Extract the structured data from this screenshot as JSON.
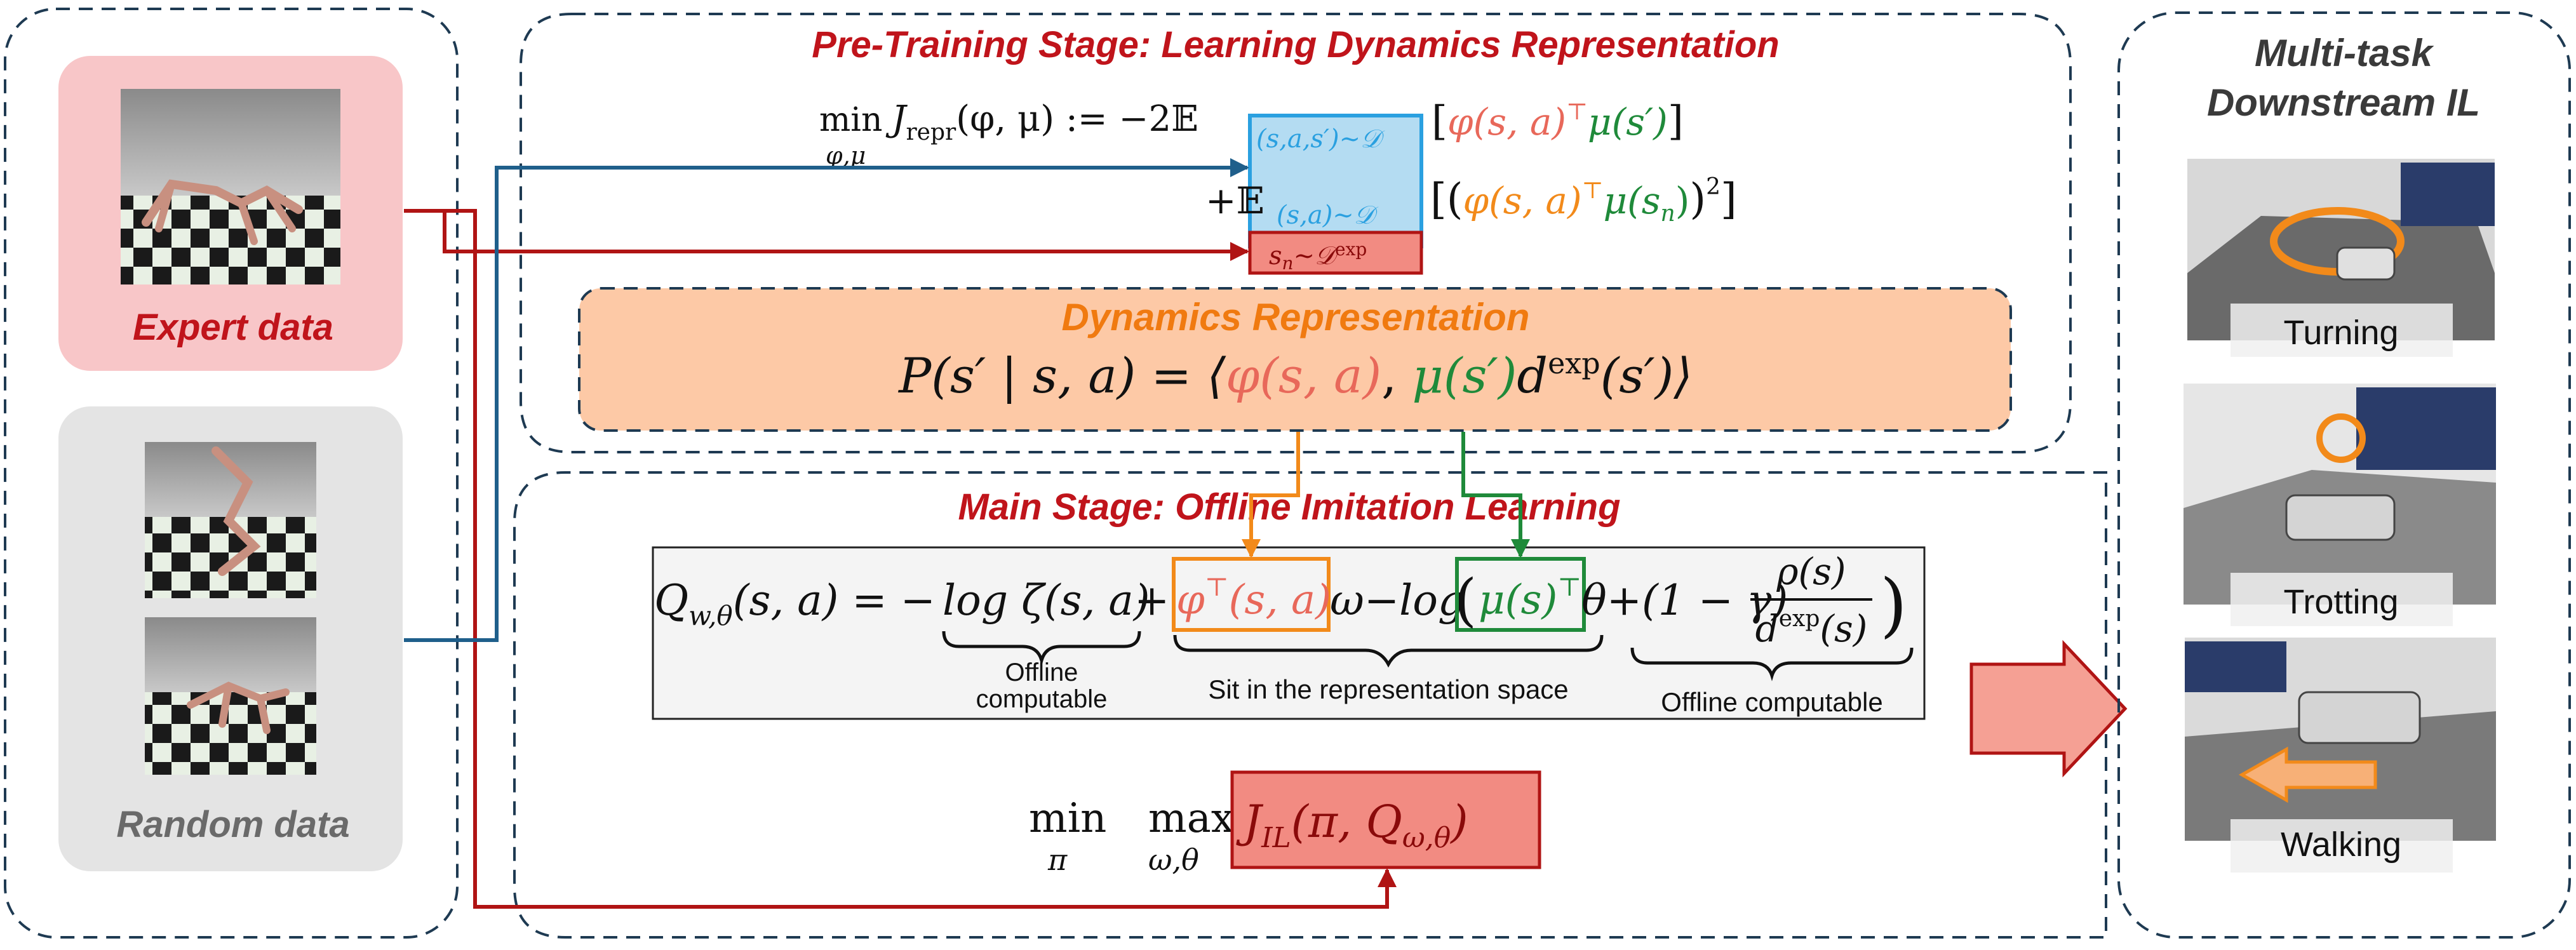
{
  "data_panel": {
    "expert_label": "Expert data",
    "random_label": "Random data"
  },
  "pretrain": {
    "title": "Pre-Training Stage: Learning Dynamics Representation",
    "eq1_lhs_min": "min",
    "eq1_lhs_sub": "φ,μ",
    "eq1_lhs_main": "J",
    "eq1_lhs_sub2": "repr",
    "eq1_lhs_args": "(φ, μ) := −2𝔼",
    "eq1_sub_sasd": "(s,a,s′)∼𝒟",
    "eq1_term1_phi": "φ(s, a)",
    "eq1_term1_top": "⊤",
    "eq1_term1_mu": "μ(s′)",
    "eq2_prefix": "+𝔼",
    "eq2_sub_sa": "(s,a)∼𝒟",
    "eq2_term_phi": "φ(s, a)",
    "eq2_term_top": "⊤",
    "eq2_term_mu": "μ(s",
    "eq2_term_mu_sub": "n",
    "eq2_term_close": ")",
    "eq2_sq": "2",
    "sn_label": "s",
    "sn_sub": "n",
    "sn_rest": "∼𝒟",
    "sn_sup": "exp"
  },
  "dynamics": {
    "title": "Dynamics Representation",
    "eq_prefix": "P(s′ | s, a) = ⟨",
    "eq_phi": "φ(s, a)",
    "eq_comma": ", ",
    "eq_mu": "μ(s′)",
    "eq_d": "d",
    "eq_d_sup": "exp",
    "eq_suffix": "(s′)⟩"
  },
  "main": {
    "title": "Main Stage: Offline Imitation Learning",
    "q_lhs": "Q",
    "q_sub": "w,θ",
    "q_args": "(s, a) = −",
    "q_log_zeta": "log ζ(s, a)",
    "q_plus": "+",
    "q_phi": "φ",
    "q_phi_sup": "⊤",
    "q_phi_args": "(s, a)",
    "q_omega": "ω−log",
    "q_mu": "μ(s)",
    "q_mu_sup": "⊤",
    "q_theta": "θ+(1 − γ)",
    "q_frac_num": "ρ(s)",
    "q_frac_den": "d",
    "q_frac_den_sup": "exp",
    "q_frac_den_args": "(s)",
    "brace1_label_l1": "Offline",
    "brace1_label_l2": "computable",
    "brace2_label": "Sit in the representation space",
    "brace3_label": "Offline computable",
    "obj_min": "min",
    "obj_min_sub": "π",
    "obj_max": "max",
    "obj_max_sub": "ω,θ",
    "obj_j": "J",
    "obj_j_sub": "IL",
    "obj_args": "(π, Q",
    "obj_args_sub": "ω,θ",
    "obj_close": ")"
  },
  "downstream": {
    "title_l1": "Multi-task",
    "title_l2": "Downstream IL",
    "tasks": [
      "Turning",
      "Trotting",
      "Walking"
    ]
  },
  "colors": {
    "red_title": "#c0141b",
    "orange_title": "#f07a10",
    "expert_bg": "#f8c6c8",
    "random_bg": "#e4e4e4",
    "dyn_bg": "#fdc9a6",
    "blue_box": "#b4dcf2",
    "blue_stroke": "#2aa0e0",
    "red_arrow": "#b01414",
    "blue_arrow": "#1f5f8b",
    "phi_color": "#e8685a",
    "mu_color": "#1f8a3a",
    "orange_term": "#f28a1a"
  }
}
